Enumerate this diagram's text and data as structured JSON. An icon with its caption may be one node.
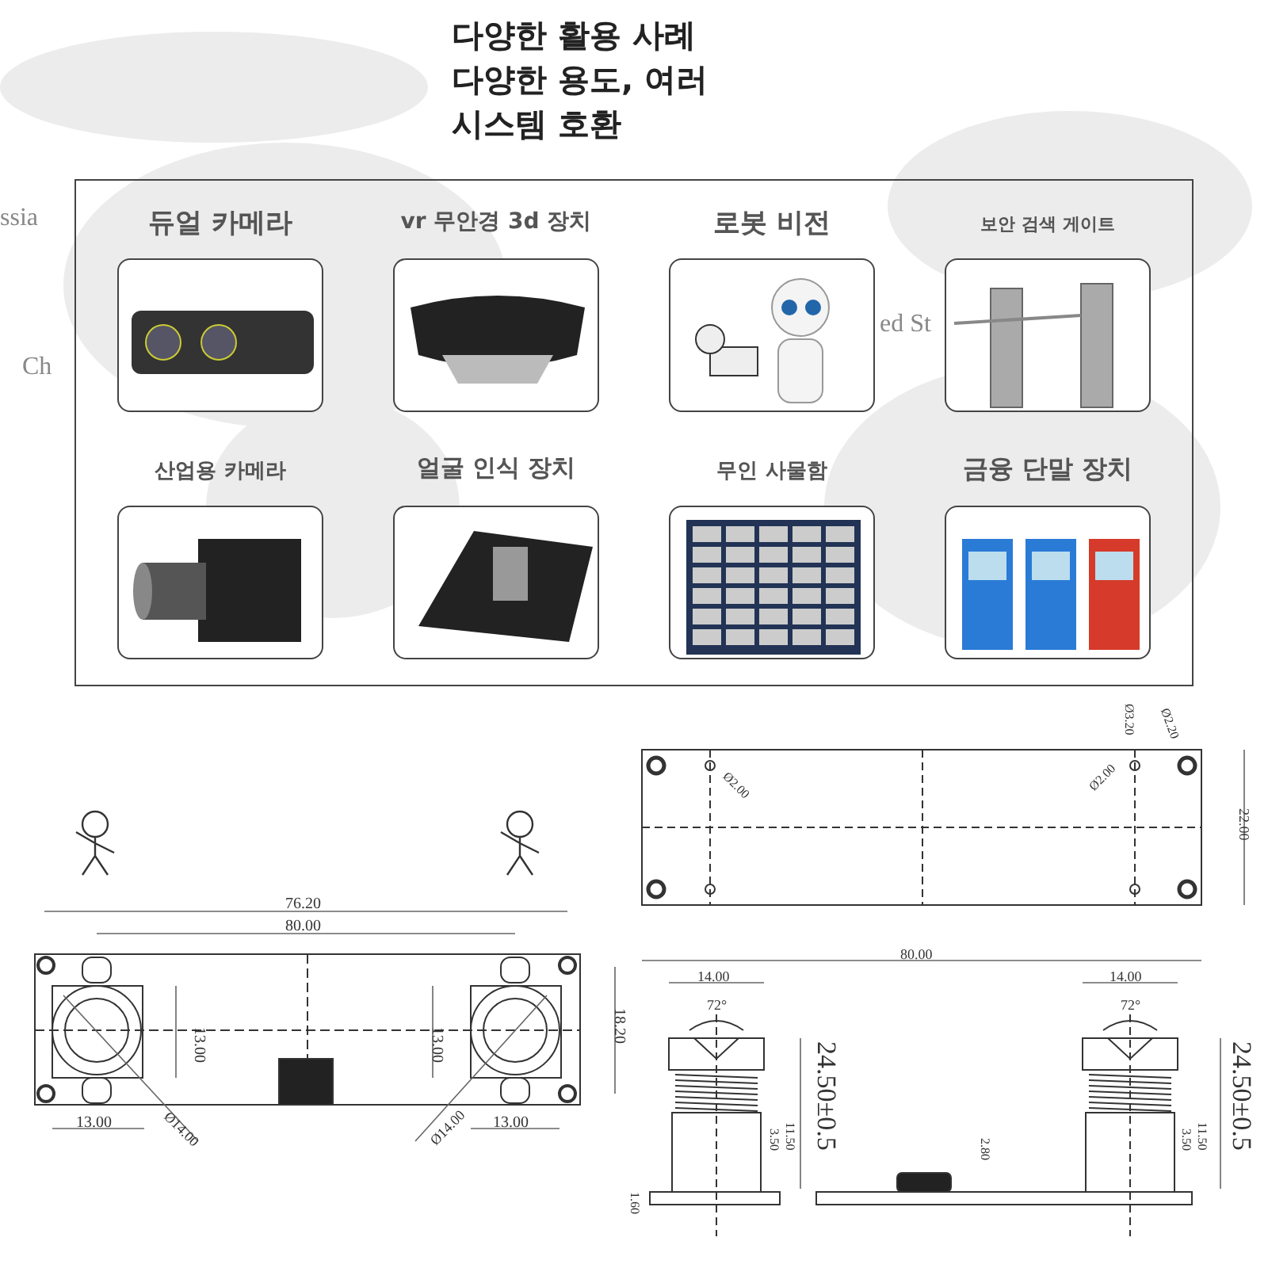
{
  "diagram": {
    "title": "다양한 활용 사례 다양한 용도, 여러 시스템 호환",
    "nodes": [
      {
        "text": [],
        "shape": "box"
      },
      {
        "text": [
          "듀얼 카메라"
        ],
        "in": 0
      },
      {
        "text": [
          "vr 무안경 3d 장치"
        ],
        "in": 0
      },
      {
        "text": [
          "로봇 비전"
        ],
        "in": 0
      },
      {
        "text": [
          "보안 검색 게이트"
        ],
        "in": 0
      },
      {
        "text": [
          "산업용 카메라"
        ],
        "in": 0
      },
      {
        "text": [
          "얼굴 인식 장치"
        ],
        "in": 0
      },
      {
        "text": [
          "무인 사물함"
        ],
        "in": 0
      },
      {
        "text": [
          "금융 단말 장치"
        ],
        "in": 0
      }
    ],
    "labels": [
      "ssia",
      "Ch",
      "ed St",
      "76.20",
      "80.00",
      "13.00",
      "13.00",
      "18.20",
      "13.00",
      "13.00",
      "Ø14.00",
      "Ø14.00",
      "Ø3.20",
      "Ø2.20",
      "Ø2.00",
      "Ø2.00",
      "22.00",
      "80.00",
      "14.00",
      "14.00",
      "72°",
      "72°",
      "24.50±0.5",
      "3.50",
      "11.50",
      "2.80",
      "24.50±0.5",
      "3.50",
      "11.50",
      "1.60"
    ]
  }
}
